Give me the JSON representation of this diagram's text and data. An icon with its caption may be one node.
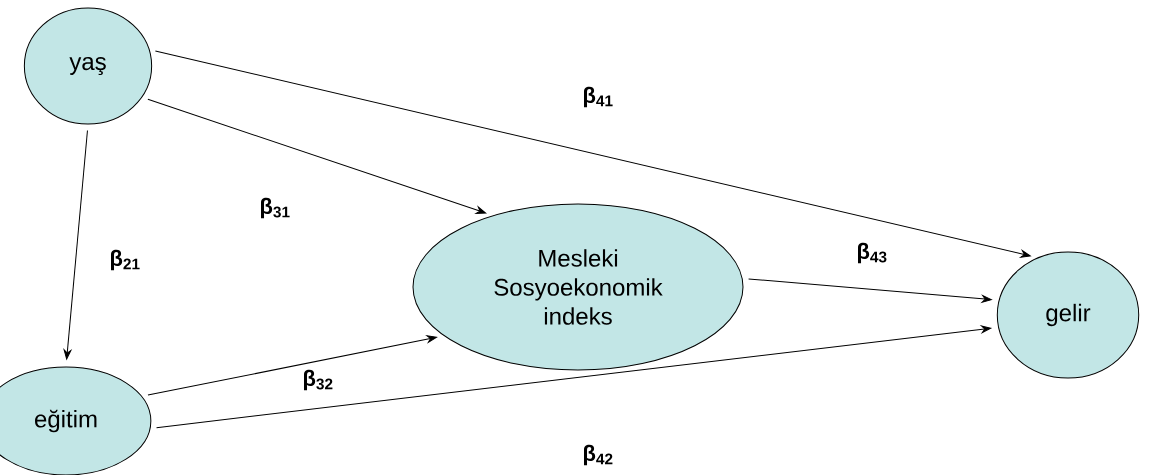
{
  "diagram": {
    "nodes": [
      {
        "text": [
          "yaş"
        ]
      },
      {
        "text": [
          "eğitim"
        ]
      },
      {
        "text": [
          "Mesleki Sosyoekonomik indeks"
        ]
      },
      {
        "text": [
          "gelir"
        ]
      }
    ],
    "edges": [
      {
        "from": 0,
        "to": 3,
        "arrow": "to",
        "label": "β$_{41}$"
      },
      {
        "from": 0,
        "to": 2,
        "arrow": "to",
        "label": "β$_{31}$"
      },
      {
        "from": 0,
        "to": 1,
        "arrow": "to",
        "label": "β$_{21}$"
      },
      {
        "from": 1,
        "to": 2,
        "arrow": "to",
        "label": "β$_{32}$"
      },
      {
        "from": 1,
        "to": 3,
        "arrow": "to",
        "label": "β$_{42}$"
      },
      {
        "from": 2,
        "to": 3,
        "arrow": "to",
        "label": "β$_{43}$"
      }
    ]
  }
}
